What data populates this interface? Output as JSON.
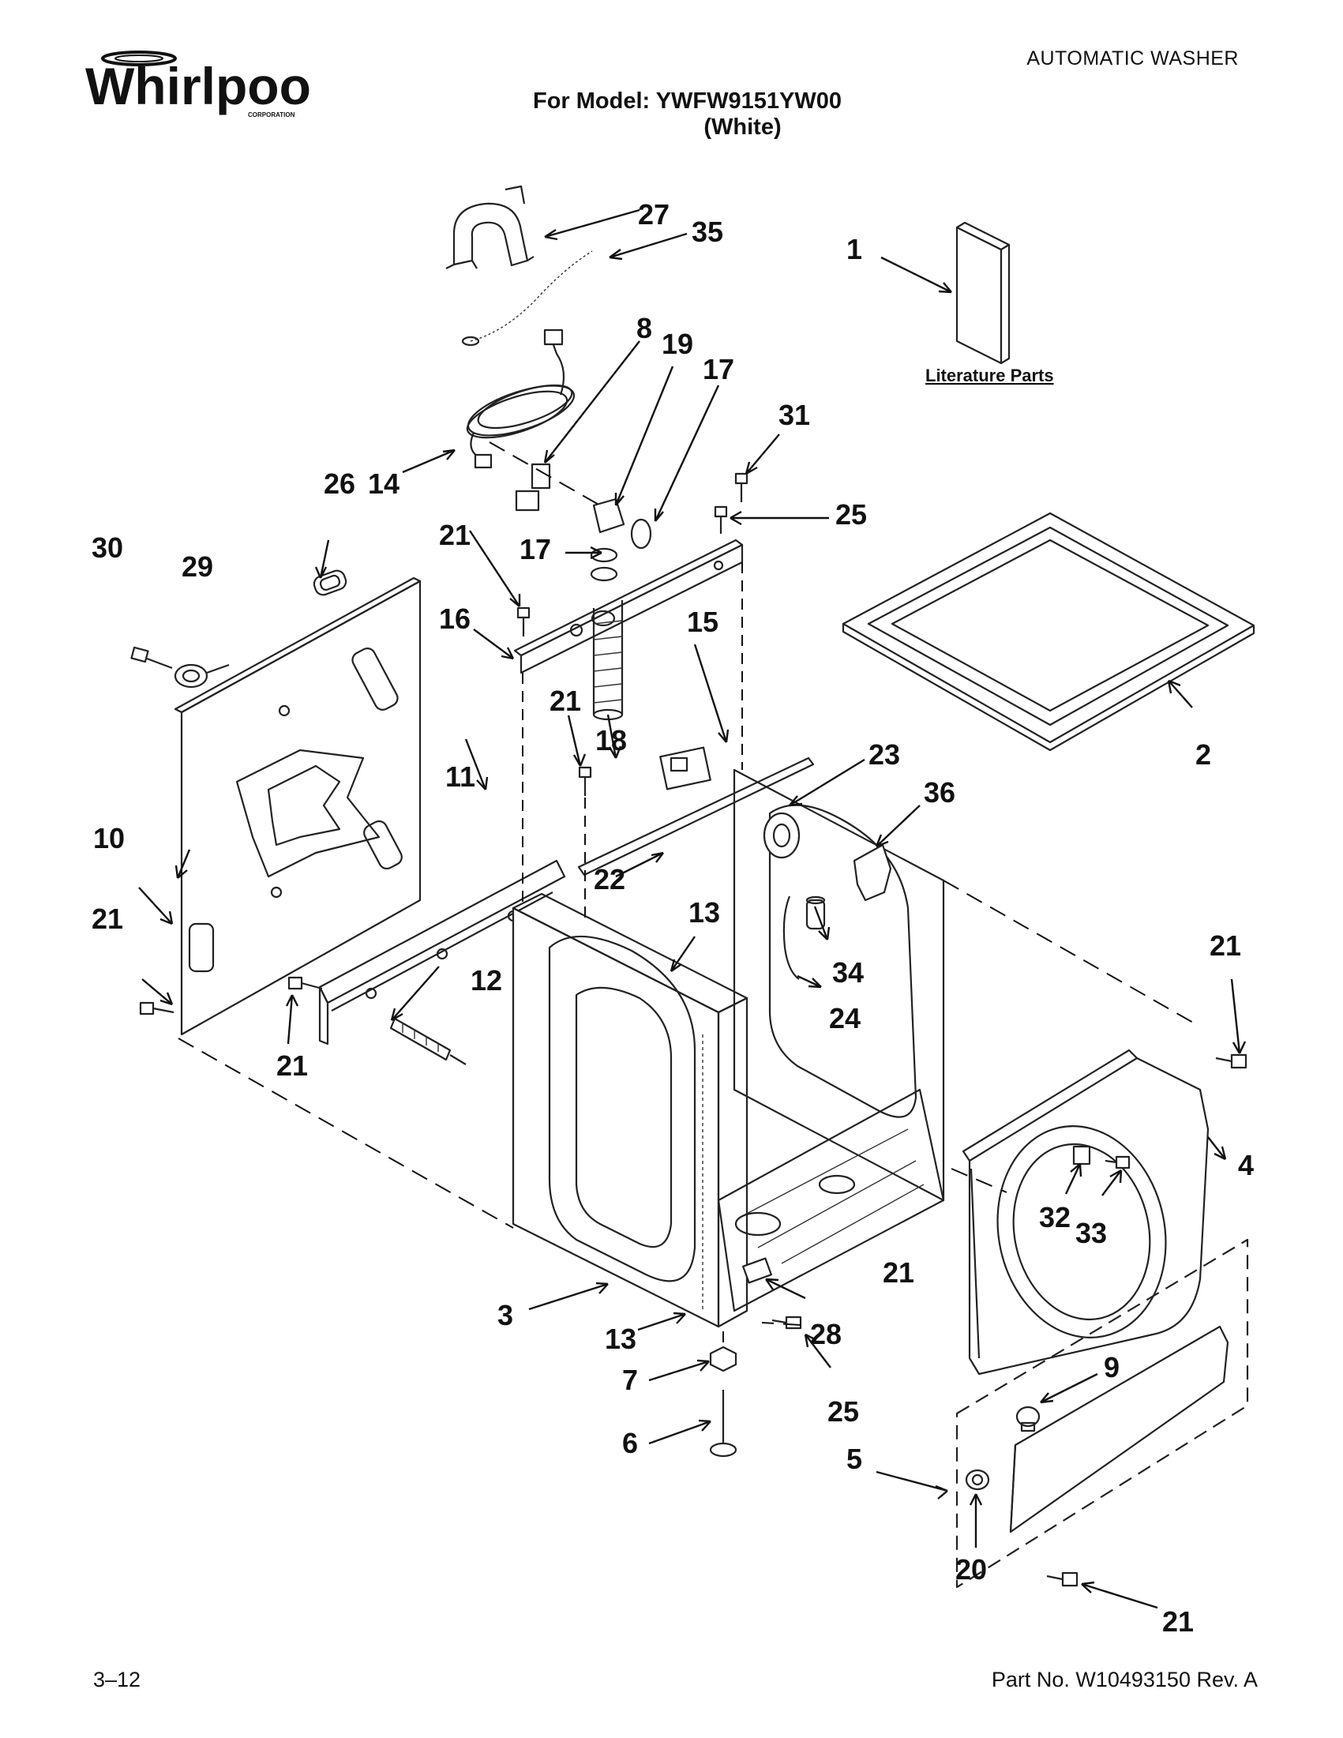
{
  "header": {
    "brand": "Whirlpool",
    "brand_sub": "CORPORATION",
    "category": "AUTOMATIC WASHER",
    "model_line": "For Model: YWFW9151YW00",
    "model_color": "(White)"
  },
  "diagram": {
    "literature_label": "Literature Parts",
    "callouts": [
      "1",
      "2",
      "3",
      "4",
      "5",
      "6",
      "7",
      "8",
      "9",
      "10",
      "11",
      "12",
      "13",
      "13",
      "14",
      "15",
      "16",
      "17",
      "17",
      "18",
      "19",
      "20",
      "21",
      "21",
      "21",
      "21",
      "21",
      "21",
      "21",
      "22",
      "23",
      "24",
      "25",
      "25",
      "26",
      "27",
      "28",
      "29",
      "30",
      "31",
      "32",
      "33",
      "34",
      "35",
      "36"
    ]
  },
  "footer": {
    "page_number": "3–12",
    "part_number": "Part No. W10493150 Rev. A"
  }
}
